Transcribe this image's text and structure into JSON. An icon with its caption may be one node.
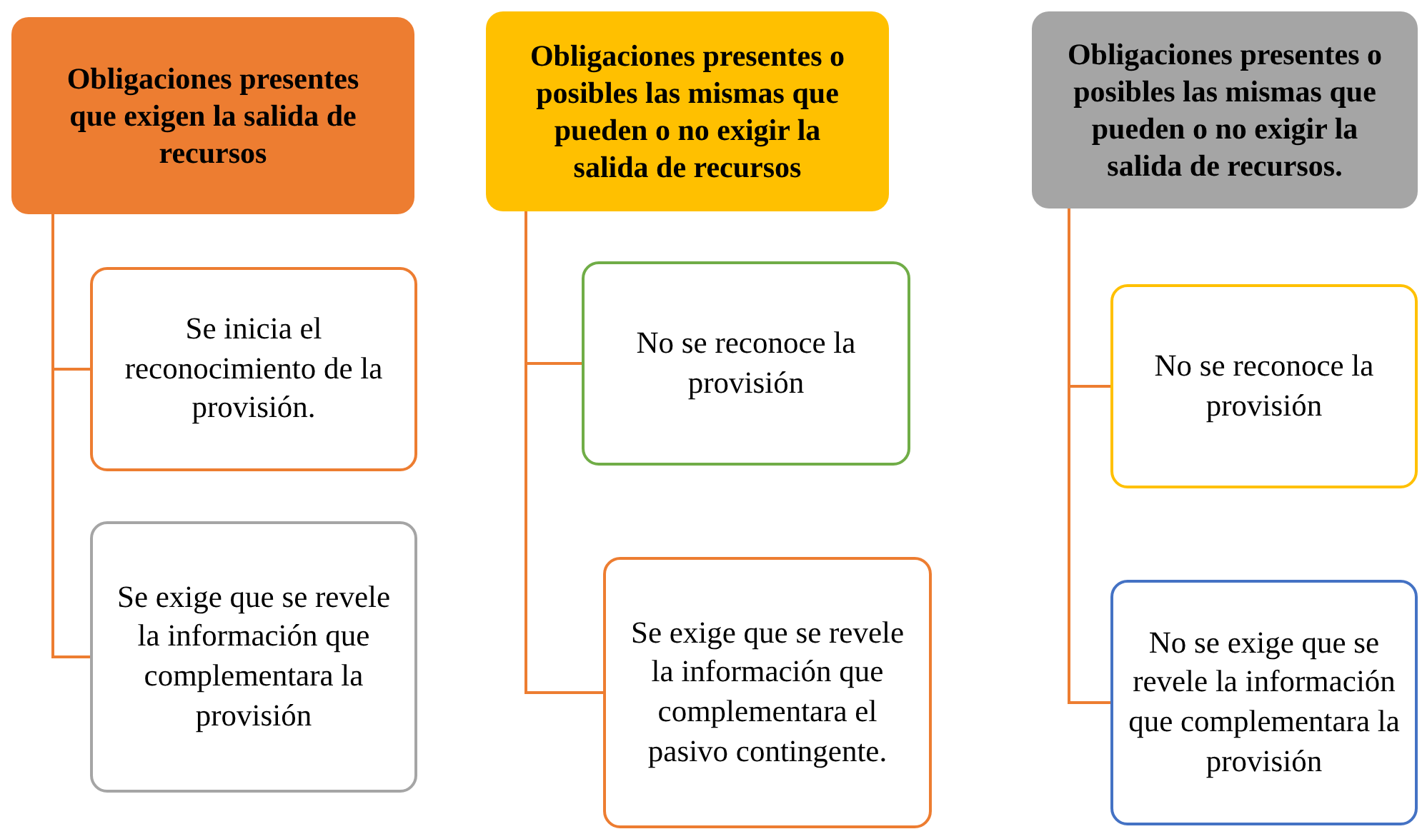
{
  "diagram": {
    "nodes": [
      {
        "text": [
          "Obligaciones presentes que exigen la salida de recursos"
        ]
      },
      {
        "text": [
          "Se inicia el reconocimiento de la provisión."
        ]
      },
      {
        "text": [
          "Se exige que se revele la información que complementara la provisión"
        ]
      },
      {
        "text": [
          "Obligaciones presentes o posibles las mismas que pueden o no exigir la salida de recursos"
        ]
      },
      {
        "text": [
          "No se reconoce la provisión"
        ]
      },
      {
        "text": [
          "Se exige que se revele la información que complementara el pasivo contingente."
        ]
      },
      {
        "text": [
          "Obligaciones presentes o posibles las mismas que pueden o no exigir la salida de recursos."
        ]
      },
      {
        "text": [
          "No se reconoce la provisión"
        ]
      },
      {
        "text": [
          "No se exige que se revele la información que complementara la provisión"
        ]
      }
    ],
    "edges": [
      {
        "from": 0,
        "to": 1,
        "arrow": "none"
      },
      {
        "from": 0,
        "to": 2,
        "arrow": "none"
      },
      {
        "from": 3,
        "to": 4,
        "arrow": "none"
      },
      {
        "from": 3,
        "to": 5,
        "arrow": "none"
      },
      {
        "from": 6,
        "to": 7,
        "arrow": "none"
      },
      {
        "from": 6,
        "to": 8,
        "arrow": "none"
      }
    ]
  }
}
